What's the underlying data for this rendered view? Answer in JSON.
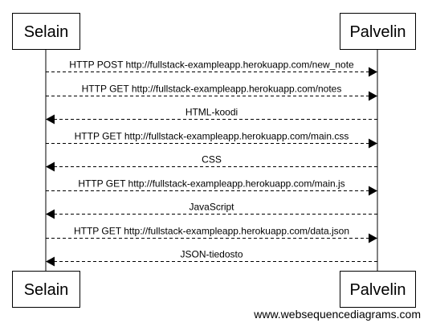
{
  "actors": {
    "left": "Selain",
    "right": "Palvelin"
  },
  "messages": [
    {
      "label": "HTTP POST http://fullstack-exampleapp.herokuapp.com/new_note",
      "direction": "right"
    },
    {
      "label": "HTTP GET http://fullstack-exampleapp.herokuapp.com/notes",
      "direction": "right"
    },
    {
      "label": "HTML-koodi",
      "direction": "left"
    },
    {
      "label": "HTTP GET http://fullstack-exampleapp.herokuapp.com/main.css",
      "direction": "right"
    },
    {
      "label": "CSS",
      "direction": "left"
    },
    {
      "label": "HTTP GET http://fullstack-exampleapp.herokuapp.com/main.js",
      "direction": "right"
    },
    {
      "label": "JavaScript",
      "direction": "left"
    },
    {
      "label": "HTTP GET http://fullstack-exampleapp.herokuapp.com/data.json",
      "direction": "right"
    },
    {
      "label": "JSON-tiedosto",
      "direction": "left"
    }
  ],
  "footer": "www.websequencediagrams.com"
}
